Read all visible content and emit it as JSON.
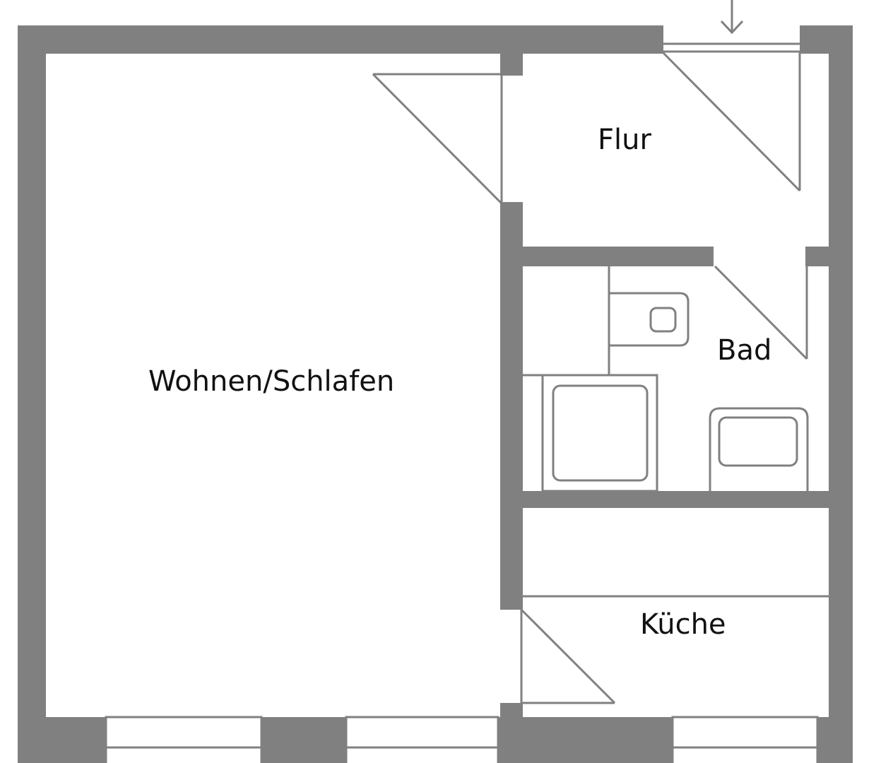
{
  "rooms": {
    "living": "Wohnen/Schlafen",
    "hallway": "Flur",
    "bathroom": "Bad",
    "kitchen": "Küche"
  },
  "icons": {
    "entrance": "arrow-down-icon"
  },
  "colors": {
    "wall": "#808080",
    "background": "#ffffff",
    "text": "#111111"
  }
}
